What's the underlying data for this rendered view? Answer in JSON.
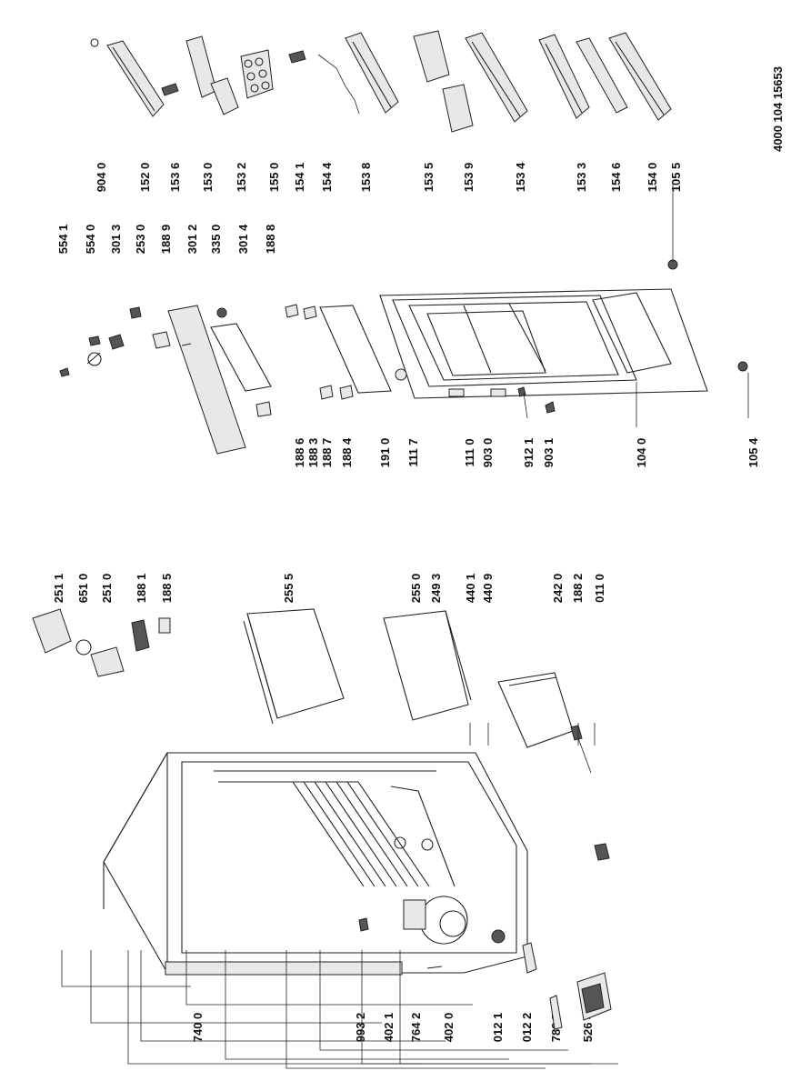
{
  "document_number": "4000 104 15653",
  "top_right_labels": [
    "904 0",
    "152 0",
    "153 6",
    "153 0",
    "153 2",
    "155 0",
    "154 1",
    "154 4",
    "153 8",
    "153 5",
    "153 9",
    "153 4",
    "153 3",
    "154 6",
    "154 0",
    "105 5"
  ],
  "top_middle_labels": [
    "554 1",
    "554 0",
    "301 3",
    "253 0",
    "188 9",
    "301 2",
    "335 0",
    "301 4",
    "188 8"
  ],
  "middle_labels": [
    "188 6",
    "188 3",
    "188 7",
    "188 4",
    "191 0",
    "111 7",
    "111 0",
    "903 0",
    "912 1",
    "903 1",
    "104 0",
    "105 4"
  ],
  "upper_left_labels": [
    "251 1",
    "651 0",
    "251 0",
    "188 1",
    "188 5",
    "255 5",
    "255 0",
    "249 3",
    "440 1",
    "440 9",
    "242 0",
    "188 2",
    "011 0"
  ],
  "bottom_labels": [
    "740 0",
    "993 2",
    "402 1",
    "764 2",
    "402 0",
    "012 1",
    "012 2",
    "783 7",
    "526 4"
  ]
}
